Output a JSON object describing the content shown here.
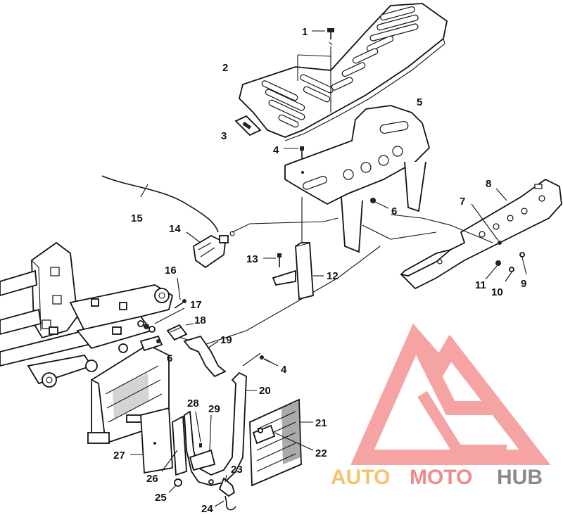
{
  "diagram": {
    "callouts": [
      {
        "id": "1",
        "label": "1"
      },
      {
        "id": "2",
        "label": "2"
      },
      {
        "id": "3",
        "label": "3"
      },
      {
        "id": "4a",
        "label": "4"
      },
      {
        "id": "5",
        "label": "5"
      },
      {
        "id": "6a",
        "label": "6"
      },
      {
        "id": "7",
        "label": "7"
      },
      {
        "id": "8",
        "label": "8"
      },
      {
        "id": "9",
        "label": "9"
      },
      {
        "id": "10",
        "label": "10"
      },
      {
        "id": "11",
        "label": "11"
      },
      {
        "id": "12",
        "label": "12"
      },
      {
        "id": "13",
        "label": "13"
      },
      {
        "id": "14",
        "label": "14"
      },
      {
        "id": "15",
        "label": "15"
      },
      {
        "id": "16",
        "label": "16"
      },
      {
        "id": "17",
        "label": "17"
      },
      {
        "id": "18",
        "label": "18"
      },
      {
        "id": "19",
        "label": "19"
      },
      {
        "id": "6b",
        "label": "6"
      },
      {
        "id": "4b",
        "label": "4"
      },
      {
        "id": "20",
        "label": "20"
      },
      {
        "id": "21",
        "label": "21"
      },
      {
        "id": "22",
        "label": "22"
      },
      {
        "id": "28",
        "label": "28"
      },
      {
        "id": "29",
        "label": "29"
      },
      {
        "id": "27",
        "label": "27"
      },
      {
        "id": "26",
        "label": "26"
      },
      {
        "id": "25",
        "label": "25"
      },
      {
        "id": "23",
        "label": "23"
      },
      {
        "id": "24",
        "label": "24"
      }
    ]
  },
  "watermark": {
    "part1": "AUTO",
    "part2": "MOTO",
    "part3": "HUB",
    "color1": "#f5c36a",
    "color2": "#f28b8b",
    "color3": "#8a8a8a"
  }
}
